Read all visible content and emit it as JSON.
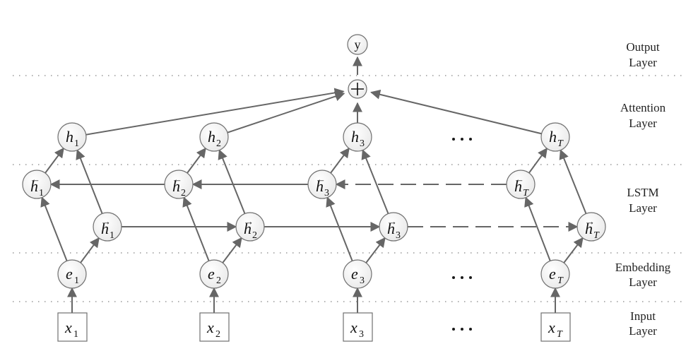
{
  "layers": [
    {
      "id": "output",
      "line1": "Output",
      "line2": "Layer"
    },
    {
      "id": "attention",
      "line1": "Attention",
      "line2": "Layer"
    },
    {
      "id": "lstm",
      "line1": "LSTM",
      "line2": "Layer"
    },
    {
      "id": "embedding",
      "line1": "Embedding",
      "line2": "Layer"
    },
    {
      "id": "input",
      "line1": "Input",
      "line2": "Layer"
    }
  ],
  "output_node": {
    "label": "y"
  },
  "sum_node": {
    "symbol": "+"
  },
  "columns": [
    {
      "sub": "1"
    },
    {
      "sub": "2"
    },
    {
      "sub": "3"
    },
    {
      "sub": "T"
    }
  ],
  "symbols": {
    "input": "x",
    "embedding": "e",
    "hidden": "h",
    "forward_arrow": "→",
    "backward_arrow": "←",
    "ellipsis": "…"
  }
}
